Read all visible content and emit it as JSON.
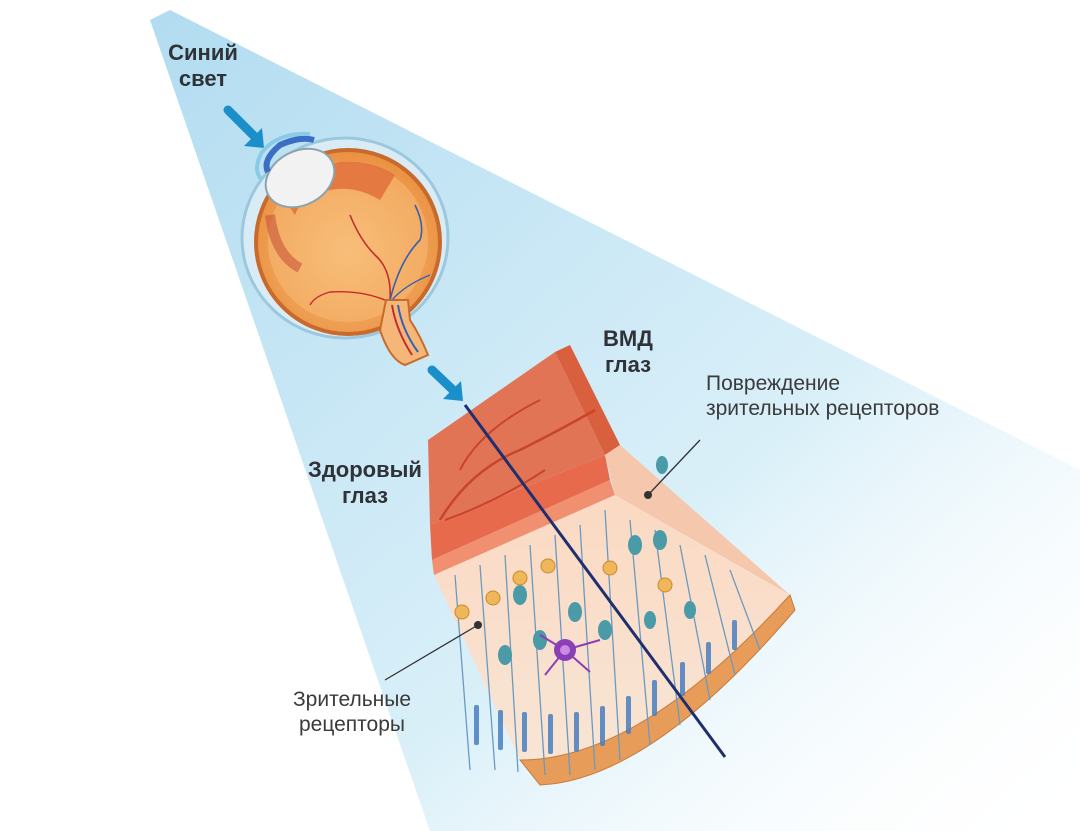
{
  "labels": {
    "blue_light": [
      "Синий",
      "свет"
    ],
    "amd_eye": [
      "ВМД",
      "глаз"
    ],
    "photoreceptor_damage": [
      "Повреждение",
      "зрительных рецепторов"
    ],
    "healthy_eye": [
      "Здоровый",
      "глаз"
    ],
    "photoreceptors": [
      "Зрительные",
      "рецепторы"
    ]
  },
  "colors": {
    "light_beam": "#bfe3f4",
    "arrow": "#1a8fca",
    "tissue": "#e3785a",
    "tissue_dark": "#c8553a",
    "eye_body": "#f2a24c",
    "healthy_cell": "#4a9aa8",
    "photoreceptor_cone": "#f0b65a",
    "divider_line": "#1f2f6e",
    "ganglion_cell": "#8a3fb6"
  },
  "icons": {
    "arrow_1": "arrow-down-right-icon",
    "arrow_2": "arrow-down-right-icon"
  }
}
